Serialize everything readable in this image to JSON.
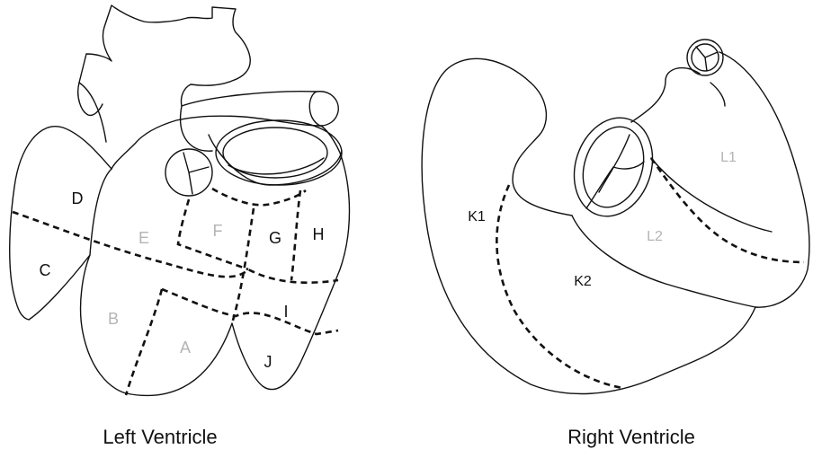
{
  "captions": {
    "left": "Left Ventricle",
    "right": "Right Ventricle"
  },
  "segments": {
    "A": "A",
    "B": "B",
    "C": "C",
    "D": "D",
    "E": "E",
    "F": "F",
    "G": "G",
    "H": "H",
    "I": "I",
    "J": "J",
    "K1": "K1",
    "K2": "K2",
    "L1": "L1",
    "L2": "L2"
  },
  "colors": {
    "outline": "#111111",
    "label_dark": "#111111",
    "label_light": "#b4b4b4"
  }
}
